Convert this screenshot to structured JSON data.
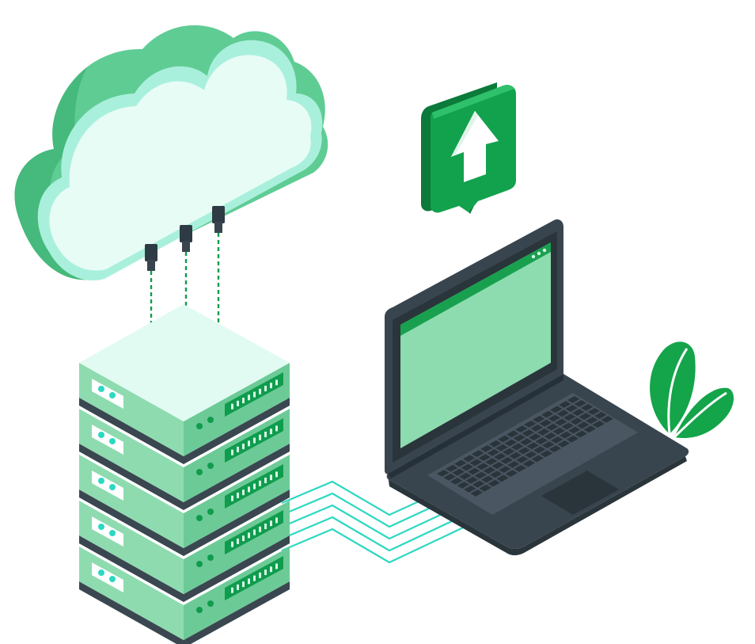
{
  "illustration": {
    "subject": "cloud-upload-to-server",
    "elements": [
      "cloud",
      "server-rack",
      "laptop",
      "upload-badge",
      "plant-leaves",
      "data-cables"
    ]
  },
  "icons": {
    "upload_badge": "arrow-up-icon"
  },
  "server_rack": {
    "unit_count": 5
  },
  "colors": {
    "cloud_front": "#e8fcf6",
    "cloud_rim": "#a9f0dc",
    "cloud_side": "#6fd39e",
    "cloud_side_dark": "#4cc384",
    "server_top": "#e2fbf2",
    "server_front": "#8edbb0",
    "server_side": "#6cca97",
    "server_gap": "#3a4750",
    "accent_green": "#0f9c4d",
    "accent_teal": "#2dd8c2",
    "laptop_body": "#39454e",
    "laptop_body_light": "#4a5762",
    "screen_fill": "#8ddcb0",
    "screen_bar": "#19a04f",
    "leaf_green": "#14a44a",
    "background": "#ffffff"
  }
}
